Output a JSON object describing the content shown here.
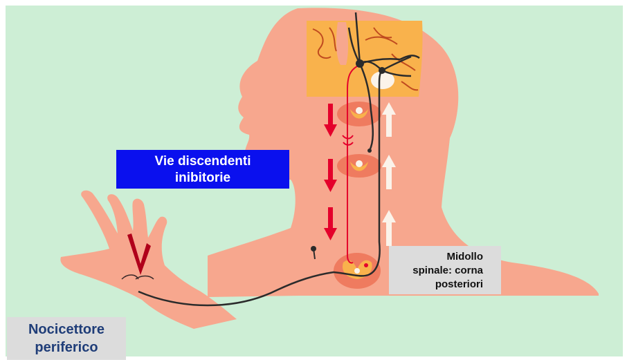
{
  "labels": {
    "descending_pathways": [
      "Vie discendenti",
      "inibitorie"
    ],
    "spinal_cord": [
      "Midollo",
      "spinale: corna",
      "posteriori"
    ],
    "nociceptor": [
      "Nocicettore",
      "periferico"
    ]
  },
  "colors": {
    "background": "#cdeed5",
    "skin": "#f7a78e",
    "brain": "#f9b24c",
    "nerve": "#2b2b2b",
    "descending_arrow": "#e4002b",
    "ascending_arrow": "#fbf3ea",
    "label_blue": "#0a10ee",
    "label_gray": "#dcdcdc",
    "nociceptor_text": "#1f3d78"
  },
  "icons": [
    "head-silhouette",
    "hand-icon",
    "spinal-cord-section-icon",
    "red-arrow-down-icon",
    "white-arrow-up-icon",
    "injury-mark-icon"
  ]
}
